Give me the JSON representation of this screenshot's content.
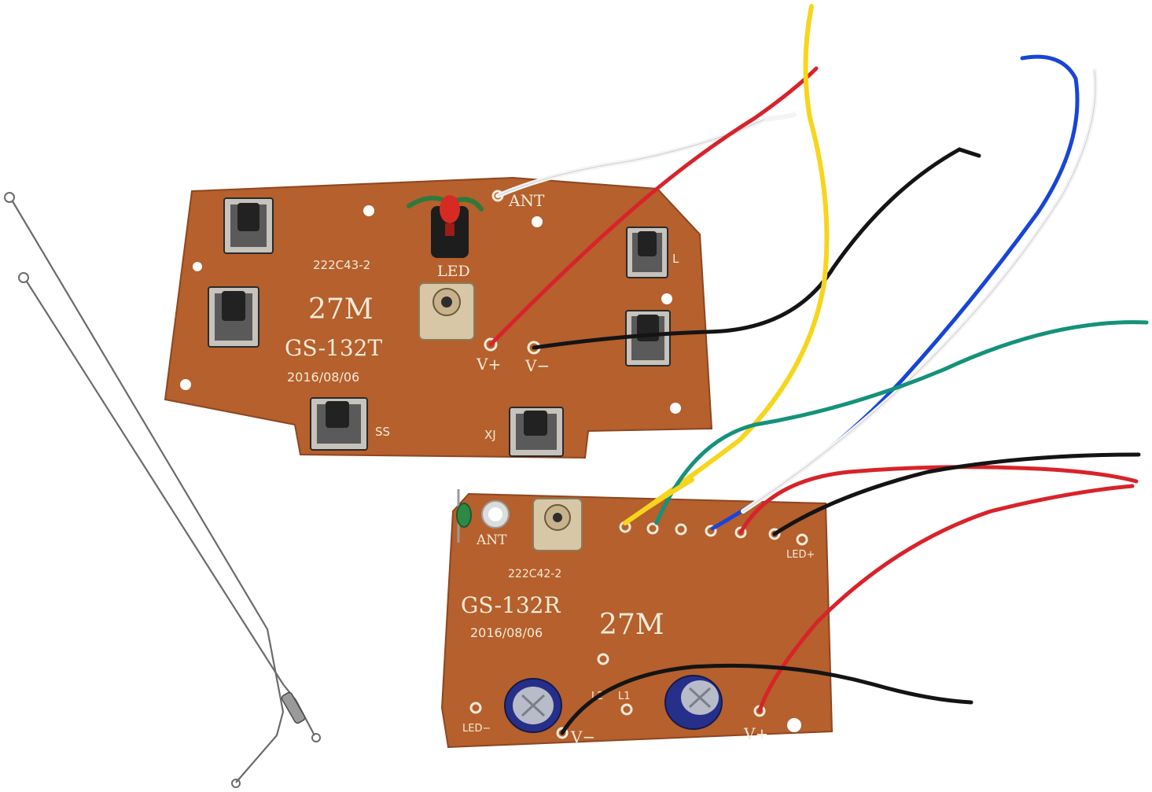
{
  "colors": {
    "pcb": "#b5602d",
    "pcb_dark": "#8e4620",
    "silkscreen": "#f3ead8",
    "wire_red": "#d8232a",
    "wire_black": "#141414",
    "wire_white": "#f4f4f4",
    "wire_yellow": "#f7d51c",
    "wire_blue": "#1845d8",
    "wire_green": "#14927a",
    "antenna": "#6b6b6b"
  },
  "transmitter_board": {
    "model": "GS-132T",
    "frequency": "27M",
    "part_code": "222C43-2",
    "date": "2016/08/06",
    "labels": {
      "ant": "ANT",
      "led": "LED",
      "v_plus": "V+",
      "v_minus": "V−",
      "ss": "SS",
      "xj": "XJ",
      "l": "L"
    }
  },
  "receiver_board": {
    "model": "GS-132R",
    "frequency": "27M",
    "part_code": "222C42-2",
    "date": "2016/08/06",
    "labels": {
      "ant": "ANT",
      "led_plus": "LED+",
      "led_minus": "LED−",
      "v_plus": "V+",
      "v_minus": "V−",
      "l2": "L2",
      "l1": "L1"
    }
  }
}
